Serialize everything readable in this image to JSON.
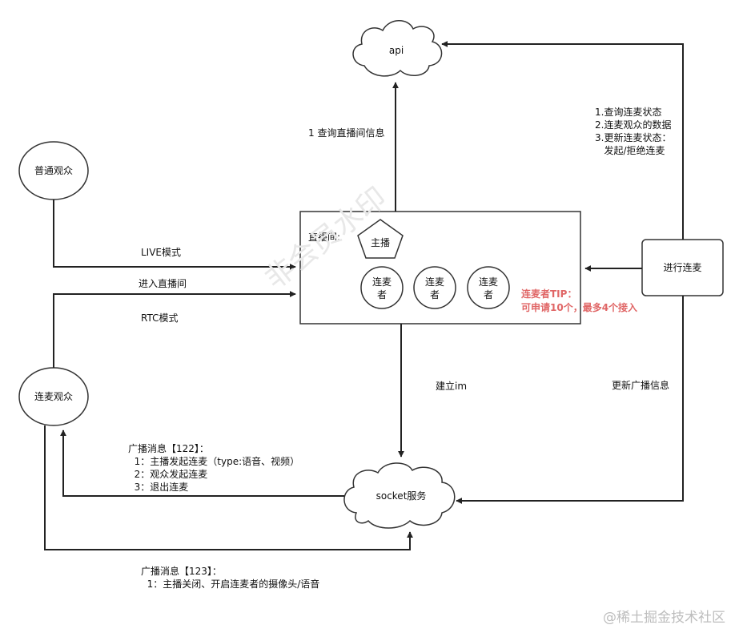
{
  "nodes": {
    "api": "api",
    "socket": "socket服务",
    "normal_viewer": "普通观众",
    "mic_viewer": "连麦观众",
    "do_mic": "进行连麦",
    "room_title": "直播间:",
    "host": "主播",
    "mic_guests": [
      "连麦\n者",
      "连麦\n者",
      "连麦\n者"
    ]
  },
  "edges": {
    "query_room": "1 查询直播间信息",
    "live_mode": "LIVE模式",
    "enter_room": "进入直播间",
    "rtc_mode": "RTC模式",
    "build_im": "建立im",
    "update_broadcast": "更新广播信息",
    "api_ops": "1.查询连麦状态\n2.连麦观众的数据\n3.更新连麦状态：\n   发起/拒绝连麦",
    "broadcast_122": "广播消息【122】：\n  1：主播发起连麦（type:语音、视频）\n  2：观众发起连麦\n  3：退出连麦",
    "broadcast_123": "广播消息【123】：\n  1：主播关闭、开启连麦者的摄像头/语音"
  },
  "tip": "连麦者TIP：\n可申请10个，最多4个接入",
  "watermarks": {
    "center": "非会员水印",
    "site": "@稀土掘金技术社区"
  },
  "colors": {
    "stroke": "#333333",
    "tip": "#e06666",
    "watermark": "#bdbdbd"
  }
}
